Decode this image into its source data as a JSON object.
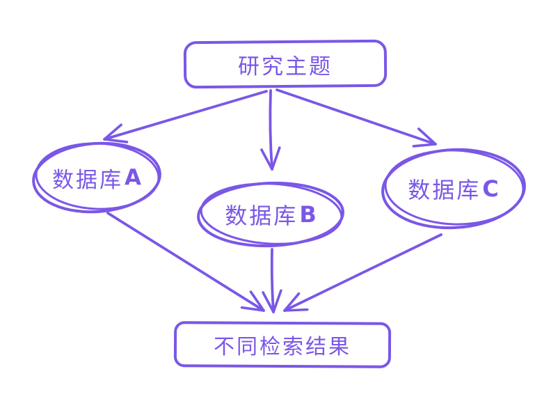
{
  "diagram": {
    "background": "#FFFFFF",
    "accent_color": "#7A57E6",
    "nodes": {
      "topic": {
        "label": "研究主题",
        "shape": "rounded-rectangle"
      },
      "db_a": {
        "label_prefix": "数据库",
        "label_suffix": "A",
        "shape": "ellipse"
      },
      "db_b": {
        "label_prefix": "数据库",
        "label_suffix": "B",
        "shape": "ellipse"
      },
      "db_c": {
        "label_prefix": "数据库",
        "label_suffix": "C",
        "shape": "ellipse"
      },
      "result": {
        "label": "不同检索结果",
        "shape": "rounded-rectangle"
      }
    },
    "edges": [
      {
        "from": "研究主题",
        "to": "数据库A"
      },
      {
        "from": "研究主题",
        "to": "数据库B"
      },
      {
        "from": "研究主题",
        "to": "数据库C"
      },
      {
        "from": "数据库A",
        "to": "不同检索结果"
      },
      {
        "from": "数据库B",
        "to": "不同检索结果"
      },
      {
        "from": "数据库C",
        "to": "不同检索结果"
      }
    ]
  }
}
